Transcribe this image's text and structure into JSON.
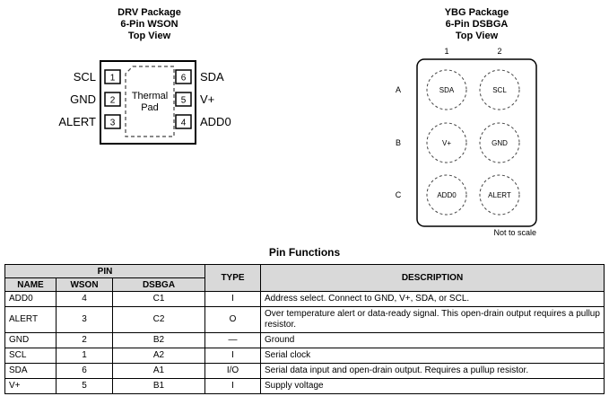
{
  "wson": {
    "title_lines": [
      "DRV Package",
      "6-Pin WSON",
      "Top View"
    ],
    "left_pins": [
      {
        "name": "SCL",
        "number": "1"
      },
      {
        "name": "GND",
        "number": "2"
      },
      {
        "name": "ALERT",
        "number": "3"
      }
    ],
    "right_pins": [
      {
        "name": "SDA",
        "number": "6"
      },
      {
        "name": "V+",
        "number": "5"
      },
      {
        "name": "ADD0",
        "number": "4"
      }
    ],
    "thermal_pad_lines": [
      "Thermal",
      "Pad"
    ]
  },
  "dsbga": {
    "title_lines": [
      "YBG Package",
      "6-Pin DSBGA",
      "Top View"
    ],
    "col_labels": [
      "1",
      "2"
    ],
    "row_labels": [
      "A",
      "B",
      "C"
    ],
    "balls": [
      [
        "SDA",
        "SCL"
      ],
      [
        "V+",
        "GND"
      ],
      [
        "ADD0",
        "ALERT"
      ]
    ],
    "note": "Not to scale"
  },
  "table": {
    "title": "Pin Functions",
    "header": {
      "pin": "PIN",
      "name": "NAME",
      "wson": "WSON",
      "dsbga": "DSBGA",
      "type": "TYPE",
      "description": "DESCRIPTION"
    },
    "rows": [
      {
        "name": "ADD0",
        "wson": "4",
        "dsbga": "C1",
        "type": "I",
        "description": "Address select. Connect to GND, V+, SDA, or SCL."
      },
      {
        "name": "ALERT",
        "wson": "3",
        "dsbga": "C2",
        "type": "O",
        "description": "Over temperature alert or data-ready signal. This open-drain output requires a pullup resistor."
      },
      {
        "name": "GND",
        "wson": "2",
        "dsbga": "B2",
        "type": "—",
        "description": "Ground"
      },
      {
        "name": "SCL",
        "wson": "1",
        "dsbga": "A2",
        "type": "I",
        "description": "Serial clock"
      },
      {
        "name": "SDA",
        "wson": "6",
        "dsbga": "A1",
        "type": "I/O",
        "description": "Serial data input and open-drain output. Requires a pullup resistor."
      },
      {
        "name": "V+",
        "wson": "5",
        "dsbga": "B1",
        "type": "I",
        "description": "Supply voltage"
      }
    ]
  },
  "colors": {
    "header_bg": "#d9d9d9",
    "line": "#000000"
  }
}
